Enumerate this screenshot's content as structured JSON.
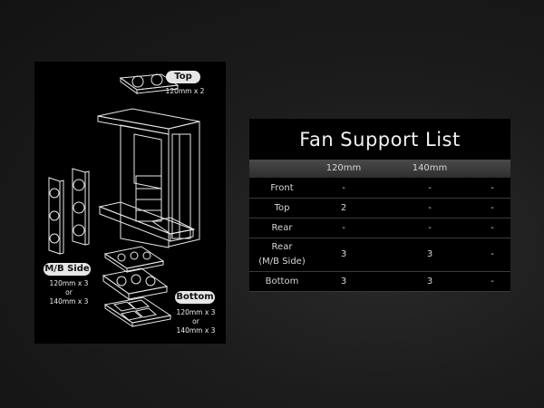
{
  "diagram": {
    "top_label": "Top",
    "top_spec": "120mm x 2",
    "side_label": "M/B Side",
    "side_spec": [
      "120mm x 3",
      "or",
      "140mm x 3"
    ],
    "bottom_label": "Bottom",
    "bottom_spec": [
      "120mm x 3",
      "or",
      "140mm x 3"
    ]
  },
  "table": {
    "title": "Fan Support List",
    "headers": [
      "",
      "120mm",
      "140mm",
      ""
    ],
    "rows": [
      {
        "label": [
          "Front"
        ],
        "c120": "-",
        "c140": "-",
        "other": "-"
      },
      {
        "label": [
          "Top"
        ],
        "c120": "2",
        "c140": "-",
        "other": "-"
      },
      {
        "label": [
          "Rear"
        ],
        "c120": "-",
        "c140": "-",
        "other": "-"
      },
      {
        "label": [
          "Rear",
          "(M/B Side)"
        ],
        "c120": "3",
        "c140": "3",
        "other": "-"
      },
      {
        "label": [
          "Bottom"
        ],
        "c120": "3",
        "c140": "3",
        "other": "-"
      }
    ]
  }
}
